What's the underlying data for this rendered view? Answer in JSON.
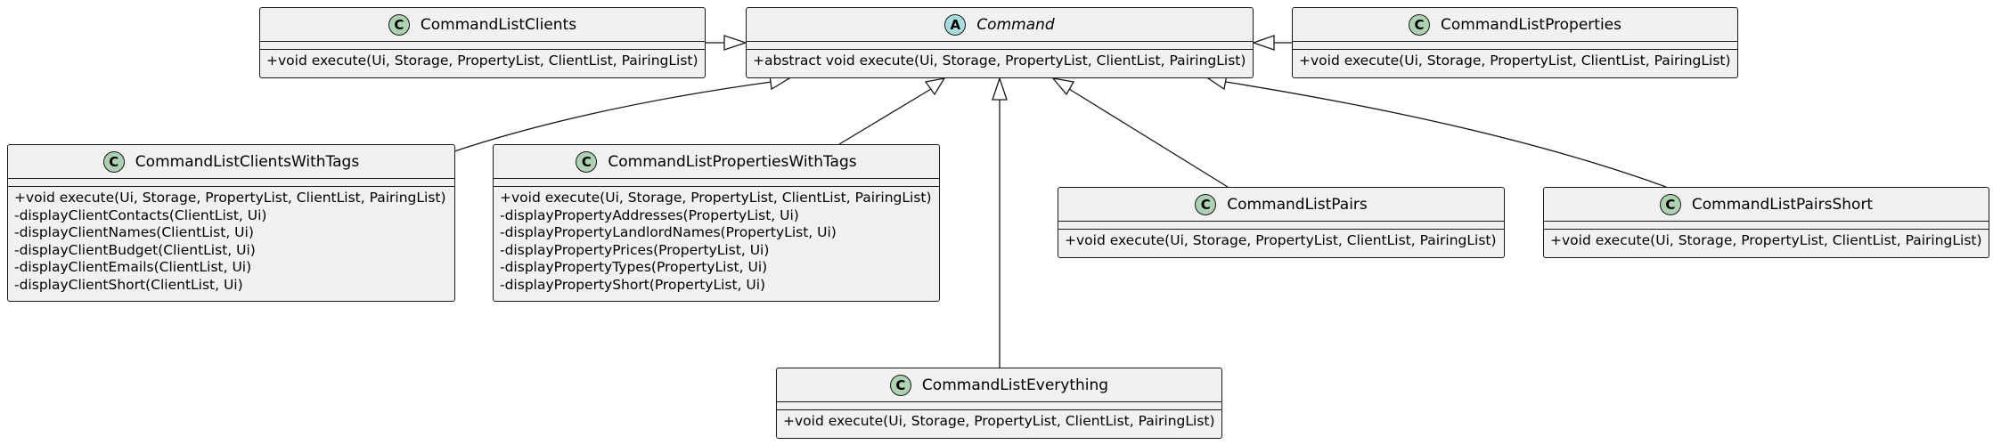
{
  "diagram": {
    "classes": {
      "command": {
        "stereotype": "A",
        "name": "Command",
        "methods": [
          "+abstract void execute(Ui, Storage, PropertyList, ClientList, PairingList)"
        ]
      },
      "list_clients": {
        "stereotype": "C",
        "name": "CommandListClients",
        "methods": [
          "+void execute(Ui, Storage, PropertyList, ClientList, PairingList)"
        ]
      },
      "list_properties": {
        "stereotype": "C",
        "name": "CommandListProperties",
        "methods": [
          "+void execute(Ui, Storage, PropertyList, ClientList, PairingList)"
        ]
      },
      "list_clients_with_tags": {
        "stereotype": "C",
        "name": "CommandListClientsWithTags",
        "methods": [
          "+void execute(Ui, Storage, PropertyList, ClientList, PairingList)",
          "-displayClientContacts(ClientList, Ui)",
          "-displayClientNames(ClientList, Ui)",
          "-displayClientBudget(ClientList, Ui)",
          "-displayClientEmails(ClientList, Ui)",
          "-displayClientShort(ClientList, Ui)"
        ]
      },
      "list_properties_with_tags": {
        "stereotype": "C",
        "name": "CommandListPropertiesWithTags",
        "methods": [
          "+void execute(Ui, Storage, PropertyList, ClientList, PairingList)",
          "-displayPropertyAddresses(PropertyList, Ui)",
          "-displayPropertyLandlordNames(PropertyList, Ui)",
          "-displayPropertyPrices(PropertyList, Ui)",
          "-displayPropertyTypes(PropertyList, Ui)",
          "-displayPropertyShort(PropertyList, Ui)"
        ]
      },
      "list_pairs": {
        "stereotype": "C",
        "name": "CommandListPairs",
        "methods": [
          "+void execute(Ui, Storage, PropertyList, ClientList, PairingList)"
        ]
      },
      "list_pairs_short": {
        "stereotype": "C",
        "name": "CommandListPairsShort",
        "methods": [
          "+void execute(Ui, Storage, PropertyList, ClientList, PairingList)"
        ]
      },
      "list_everything": {
        "stereotype": "C",
        "name": "CommandListEverything",
        "methods": [
          "+void execute(Ui, Storage, PropertyList, ClientList, PairingList)"
        ]
      }
    },
    "colors": {
      "box_fill": "#f1f1f1",
      "border": "#181818",
      "class_badge": "#add1b2",
      "abstract_badge": "#a9dcdf"
    },
    "relations": [
      {
        "type": "inheritance",
        "child": "CommandListClients",
        "parent": "Command"
      },
      {
        "type": "inheritance",
        "child": "CommandListProperties",
        "parent": "Command"
      },
      {
        "type": "inheritance",
        "child": "CommandListClientsWithTags",
        "parent": "Command"
      },
      {
        "type": "inheritance",
        "child": "CommandListPropertiesWithTags",
        "parent": "Command"
      },
      {
        "type": "inheritance",
        "child": "CommandListEverything",
        "parent": "Command"
      },
      {
        "type": "inheritance",
        "child": "CommandListPairs",
        "parent": "Command"
      },
      {
        "type": "inheritance",
        "child": "CommandListPairsShort",
        "parent": "Command"
      }
    ]
  }
}
